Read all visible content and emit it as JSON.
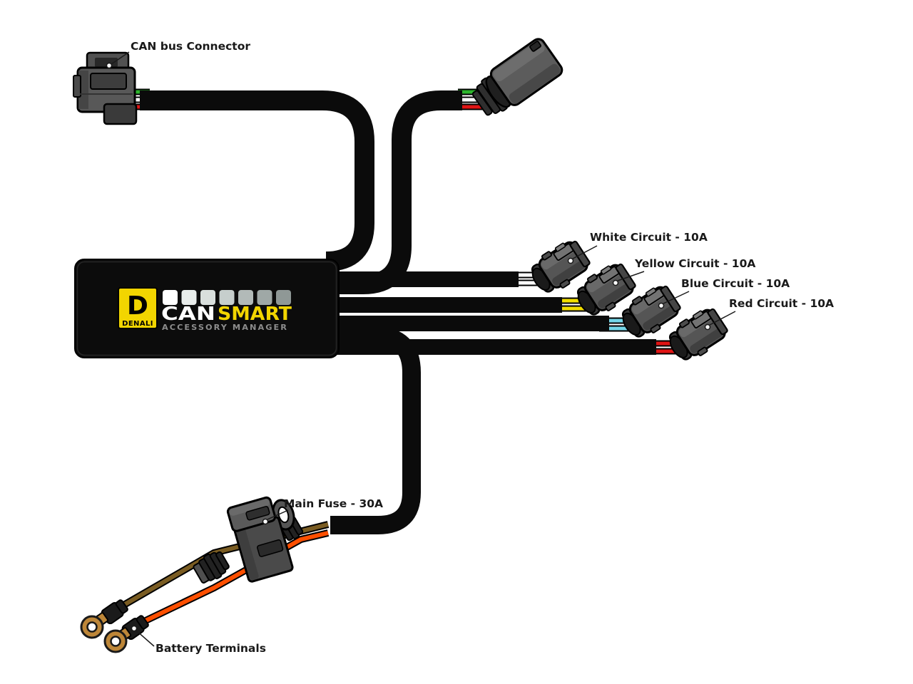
{
  "diagram": {
    "labels": {
      "can_bus": "CAN bus Connector",
      "white_circuit": "White Circuit - 10A",
      "yellow_circuit": "Yellow Circuit - 10A",
      "blue_circuit": "Blue Circuit - 10A",
      "red_circuit": "Red Circuit - 10A",
      "main_fuse": "Main Fuse - 30A",
      "battery": "Battery Terminals"
    },
    "components": [
      "CAN bus connector plug",
      "Accessory barrel plug",
      "CANsmart controller box",
      "White circuit connector",
      "Yellow circuit connector",
      "Blue circuit connector",
      "Red circuit connector",
      "Main fuse holder",
      "Battery ring terminals"
    ]
  },
  "logo": {
    "brand_letter": "D",
    "brand": "DENALI",
    "product_1": "CAN",
    "product_2": "SMART",
    "tagline": "ACCESSORY MANAGER",
    "yellow": "#f2d500",
    "square_colors": [
      "#ffffff",
      "#e9edeb",
      "#d9dfdd",
      "#c6cecc",
      "#b2bab8",
      "#9fa8a6",
      "#8f9896"
    ]
  },
  "colors": {
    "cable_black": "#0b0b0b",
    "green_wire": "#2db52d",
    "white_wire": "#ffffff",
    "red_wire": "#e01414",
    "yellow_wire": "#f2de00",
    "blue_wire": "#74d6e8",
    "orange_wire": "#ff4f00",
    "brown_wire": "#7a5c22",
    "brass_terminal": "#bd8638",
    "connector_gray": "#565656"
  }
}
